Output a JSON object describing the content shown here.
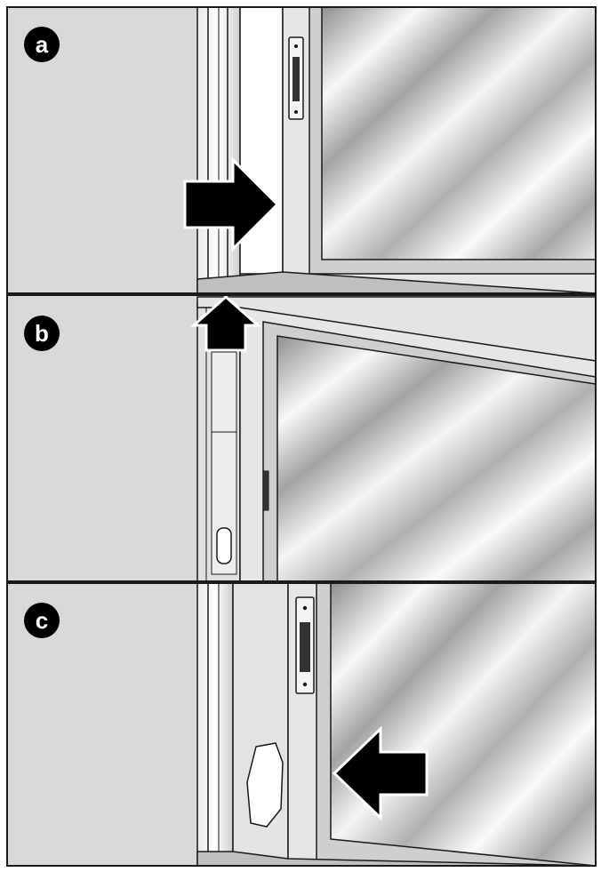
{
  "panels": [
    {
      "label": "a",
      "arrow_direction": "right"
    },
    {
      "label": "b",
      "arrow_direction": "up"
    },
    {
      "label": "c",
      "arrow_direction": "left"
    }
  ],
  "colors": {
    "background": "#d9d9d9",
    "outline": "#1a1a1a",
    "frame_light": "#f2f2f2",
    "frame_mid": "#bfbfbf",
    "glass_light": "#f7f7f7",
    "glass_dark": "#9a9a9a",
    "arrow": "#000000",
    "badge": "#000000"
  }
}
